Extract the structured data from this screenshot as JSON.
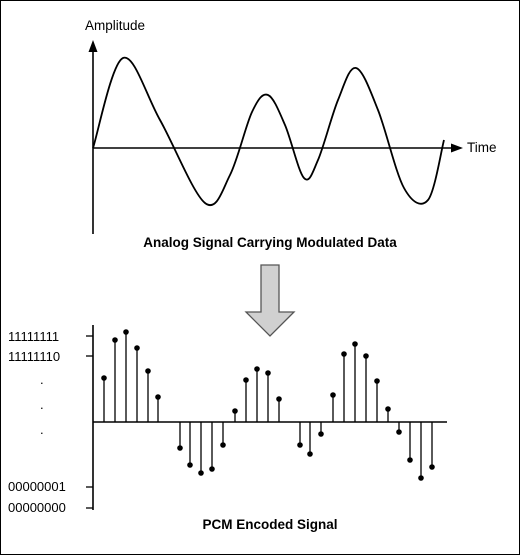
{
  "top_panel": {
    "y_axis_label": "Amplitude",
    "x_axis_label": "Time",
    "caption": "Analog Signal Carrying Modulated Data"
  },
  "bottom_panel": {
    "y_ticks": [
      "11111111",
      "11111110",
      ".",
      ".",
      ".",
      "00000001",
      "00000000"
    ],
    "caption": "PCM Encoded Signal"
  },
  "colors": {
    "line": "#000000",
    "arrow_fill": "#d0d0d0",
    "arrow_stroke": "#555555"
  },
  "icons": {
    "transition": "down-arrow-icon"
  }
}
